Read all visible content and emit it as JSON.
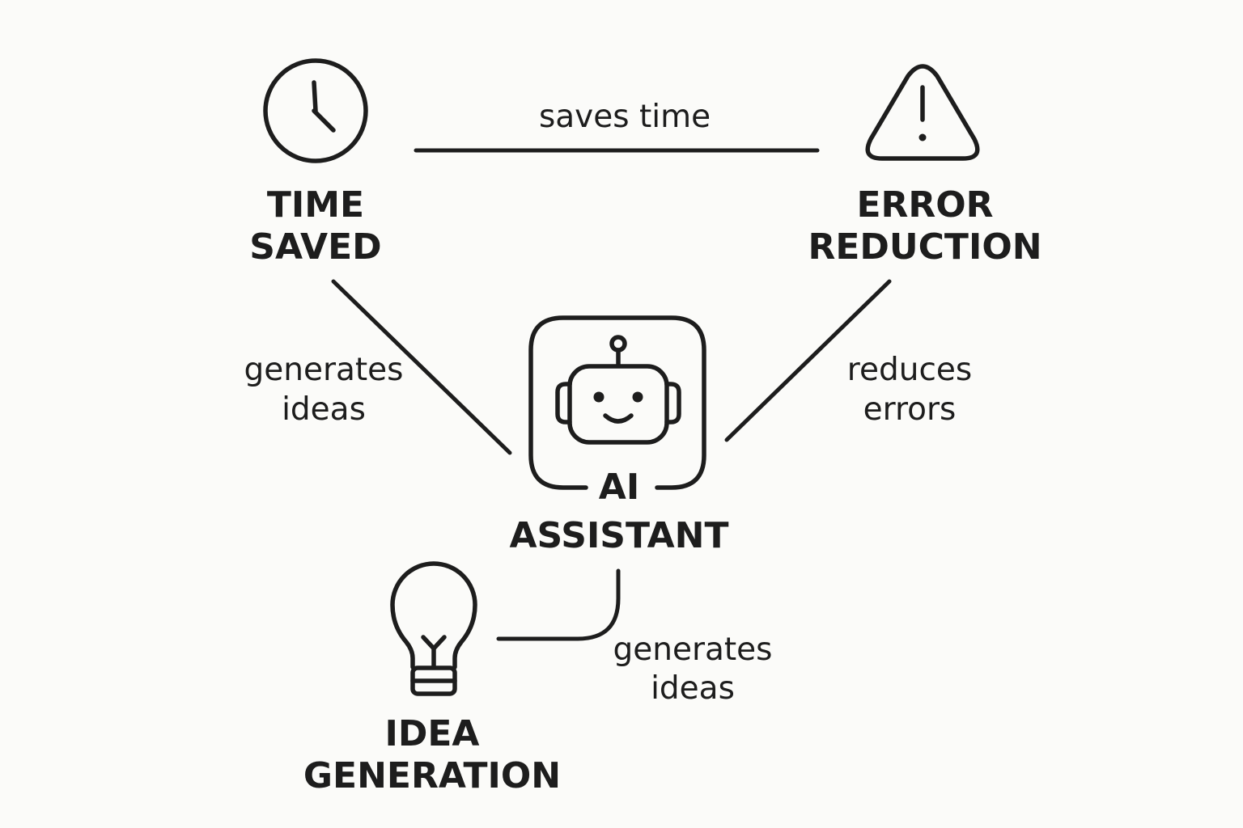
{
  "colors": {
    "background": "#fbfbf9",
    "ink": "#1d1d1d"
  },
  "nodes": {
    "time_saved": {
      "icon": "clock-icon",
      "line1": "TIME",
      "line2": "SAVED"
    },
    "error_reduction": {
      "icon": "warning-triangle-icon",
      "line1": "ERROR",
      "line2": "REDUCTION"
    },
    "ai_assistant": {
      "icon": "robot-icon",
      "line1": "AI",
      "line2": "ASSISTANT"
    },
    "idea_generation": {
      "icon": "lightbulb-icon",
      "line1": "IDEA",
      "line2": "GENERATION"
    }
  },
  "edges": {
    "time_to_error": {
      "line1": "saves time"
    },
    "time_to_ai": {
      "line1": "generates",
      "line2": "ideas"
    },
    "error_to_ai": {
      "line1": "reduces",
      "line2": "errors"
    },
    "ai_to_idea": {
      "line1": "generates",
      "line2": "ideas"
    }
  }
}
